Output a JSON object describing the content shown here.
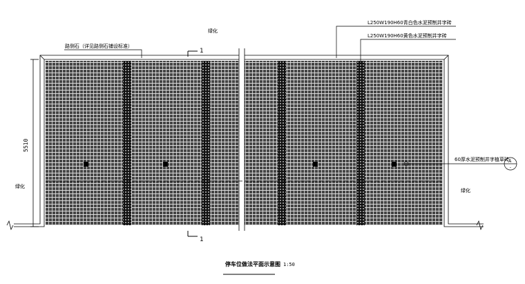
{
  "labels": {
    "greening_top": "绿化",
    "greening_left": "绿化",
    "greening_right": "绿化",
    "curb": "路侧石（详见路侧石铺设标准）",
    "callout_white_brick": "L250W190H60青白色水泥预制井字砖",
    "callout_yellow_brick": "L250W190H60黄色水泥预制井字砖",
    "callout_grass_brick": "60厚水泥预制井字植草砖",
    "section_mark_top": "1",
    "section_mark_bottom": "1",
    "dimension": "5510",
    "detail_letter": "A",
    "detail_sub": "-",
    "title": "停车位做法平面示意图",
    "scale": "1:50"
  },
  "colors": {
    "line": "#000000",
    "paving_fill": "#4a4a4a",
    "grid": "#ffffff",
    "dash": "#000000"
  }
}
